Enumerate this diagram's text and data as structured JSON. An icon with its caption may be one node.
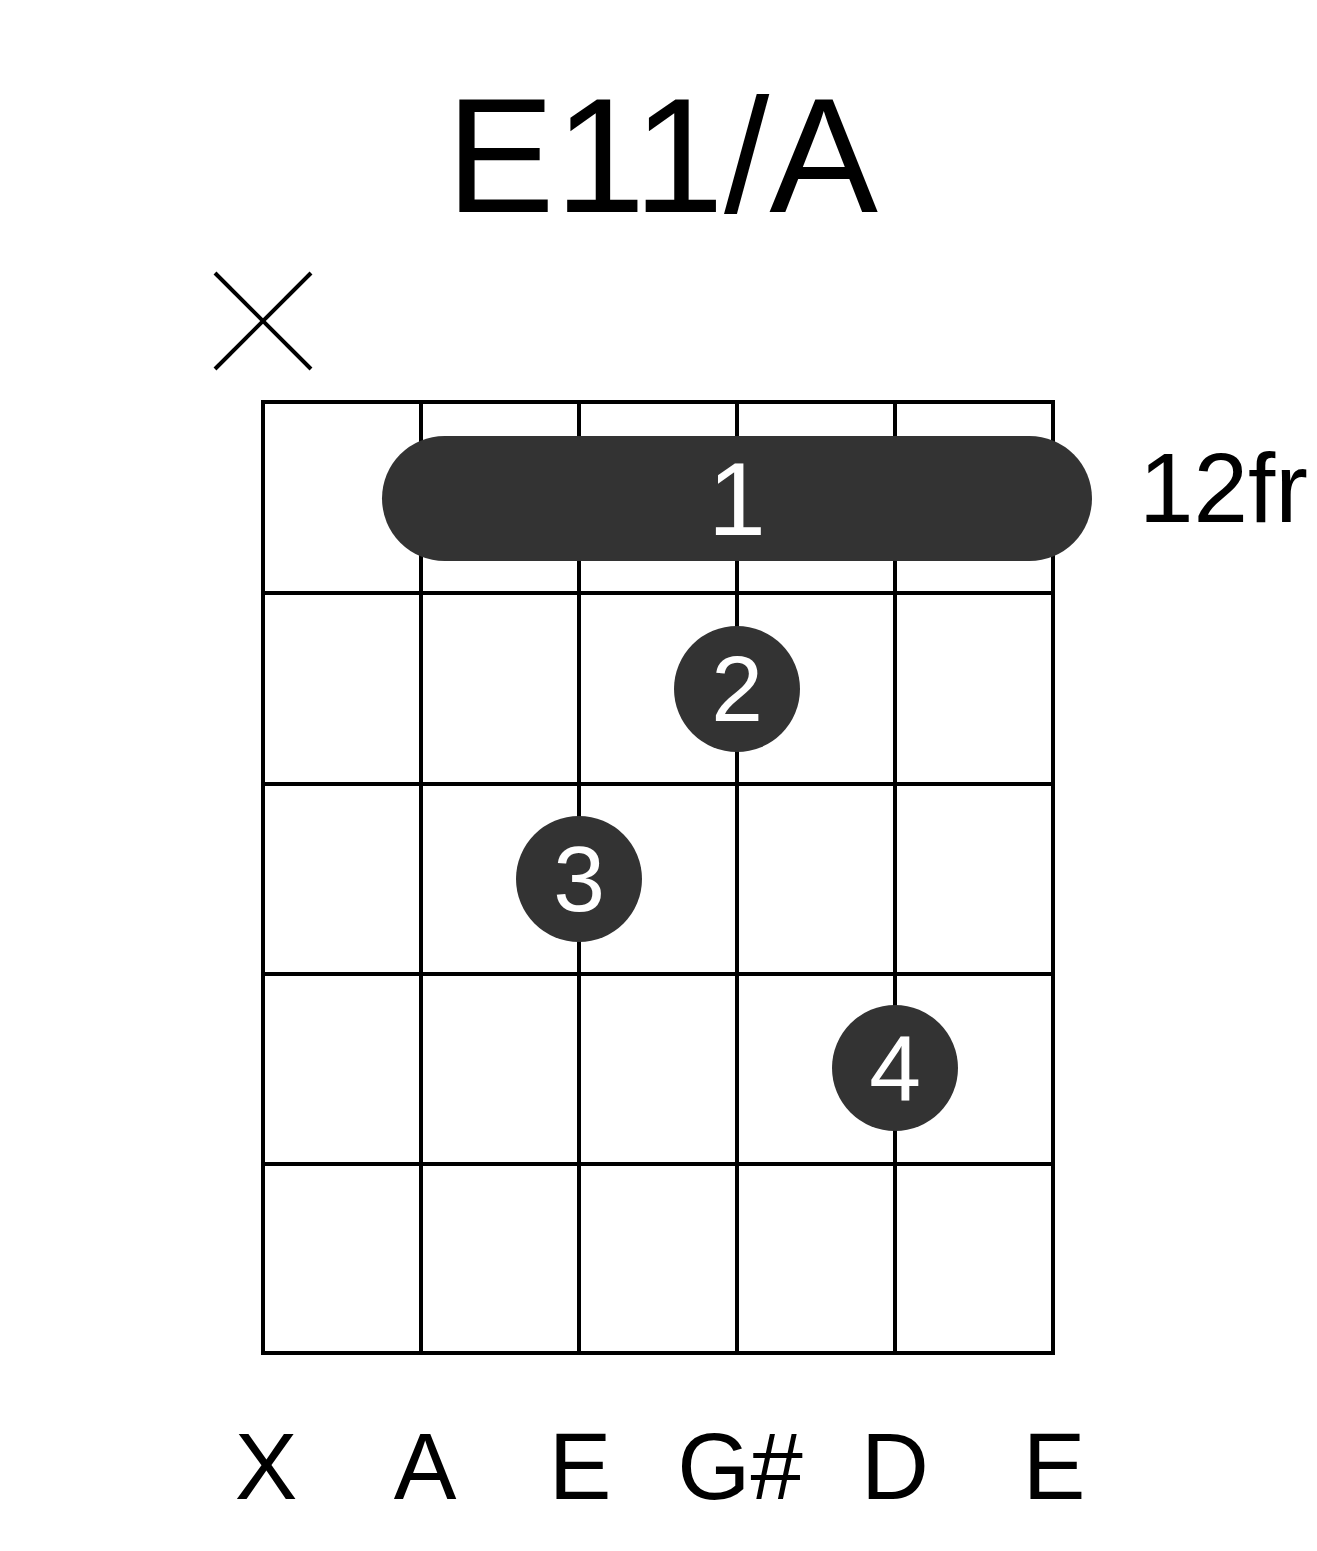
{
  "diagram": {
    "title": "E11/A",
    "nodes": [
      {
        "text": [
          "1"
        ]
      },
      {
        "text": [
          "2"
        ]
      },
      {
        "text": [
          "3"
        ]
      },
      {
        "text": [
          "4"
        ]
      }
    ],
    "labels": [
      "12fr",
      "X",
      "A",
      "E",
      "G#",
      "D",
      "E"
    ]
  }
}
